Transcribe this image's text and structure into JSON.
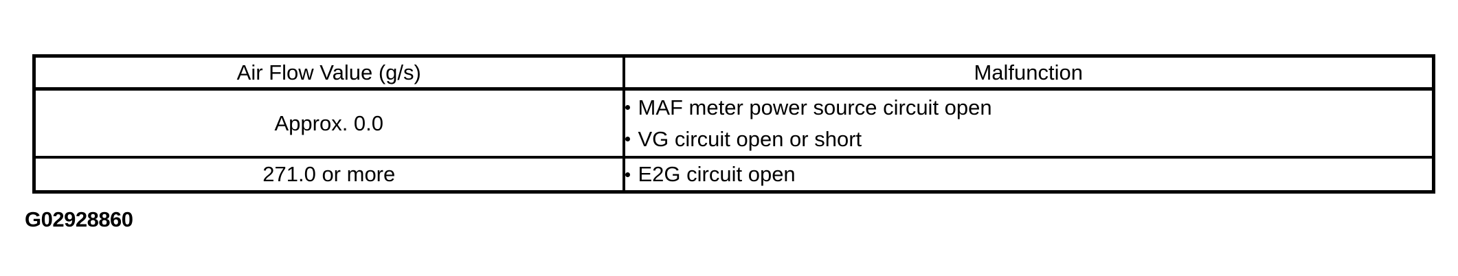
{
  "colors": {
    "background": "#ffffff",
    "ink": "#000000"
  },
  "table": {
    "columns": [
      {
        "header": "Air Flow Value (g/s)"
      },
      {
        "header": "Malfunction"
      }
    ],
    "rows": [
      {
        "air_flow_value": "Approx. 0.0",
        "malfunctions": [
          "MAF meter power source circuit open",
          "VG circuit open or short"
        ]
      },
      {
        "air_flow_value": "271.0 or more",
        "malfunctions": [
          "E2G circuit open"
        ]
      }
    ]
  },
  "figure_id": "G02928860"
}
